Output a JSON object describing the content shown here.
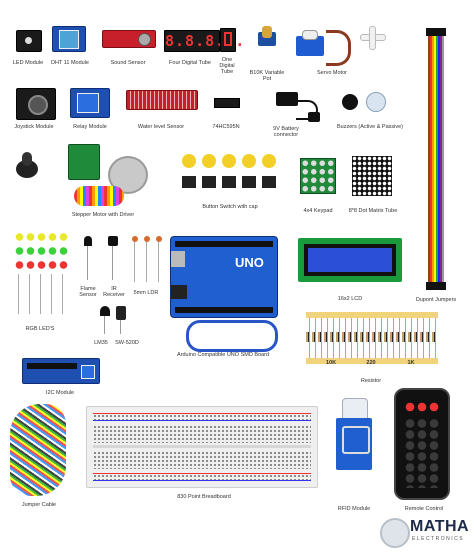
{
  "components": {
    "led_module": "LED Module",
    "dht11": "DHT 11 Module",
    "sound_sensor": "Sound Sensor",
    "four_digit_tube": "Four Digital Tube",
    "one_digital_tube": "One Digital Tube",
    "pot": "B10K Variable Pot",
    "servo": "Servo Motor",
    "joystick": "Joystick Module",
    "relay": "Relay Module",
    "water_level": "Water level Sensor",
    "shift_register": "74HC595N",
    "battery": "9V Battery connector",
    "buzzers": "Buzzers (Active & Passive)",
    "stepper": "Stepper Motor with Driver",
    "button": "Button Switch with cap",
    "keypad": "4x4 Keypad",
    "dot_matrix": "8*8 Dot Matrix Tube",
    "flame": "Flame Sensor",
    "ir": "IR Receiver",
    "ldr": "5mm LDR",
    "lcd": "16x2 LCD",
    "dupont": "Dupont Jumpers",
    "rgb": "RGB LED'S",
    "lm35": "LM35",
    "sw520d": "SW-520D",
    "uno": "Arduino Compatible UNO SMD Board",
    "resistor": "Resistor",
    "i2c": "I2C Module",
    "jumper": "Jumper Cable",
    "breadboard": "830 Point Breadboard",
    "rfid": "RFID Module",
    "remote": "Remote Control"
  },
  "resistor_values": [
    "10K",
    "220",
    "1K"
  ],
  "display_digits": "8.8.8.8.",
  "board_logo": "UNO",
  "brand": {
    "name": "MATHA",
    "tagline": "ELECTRONICS"
  }
}
